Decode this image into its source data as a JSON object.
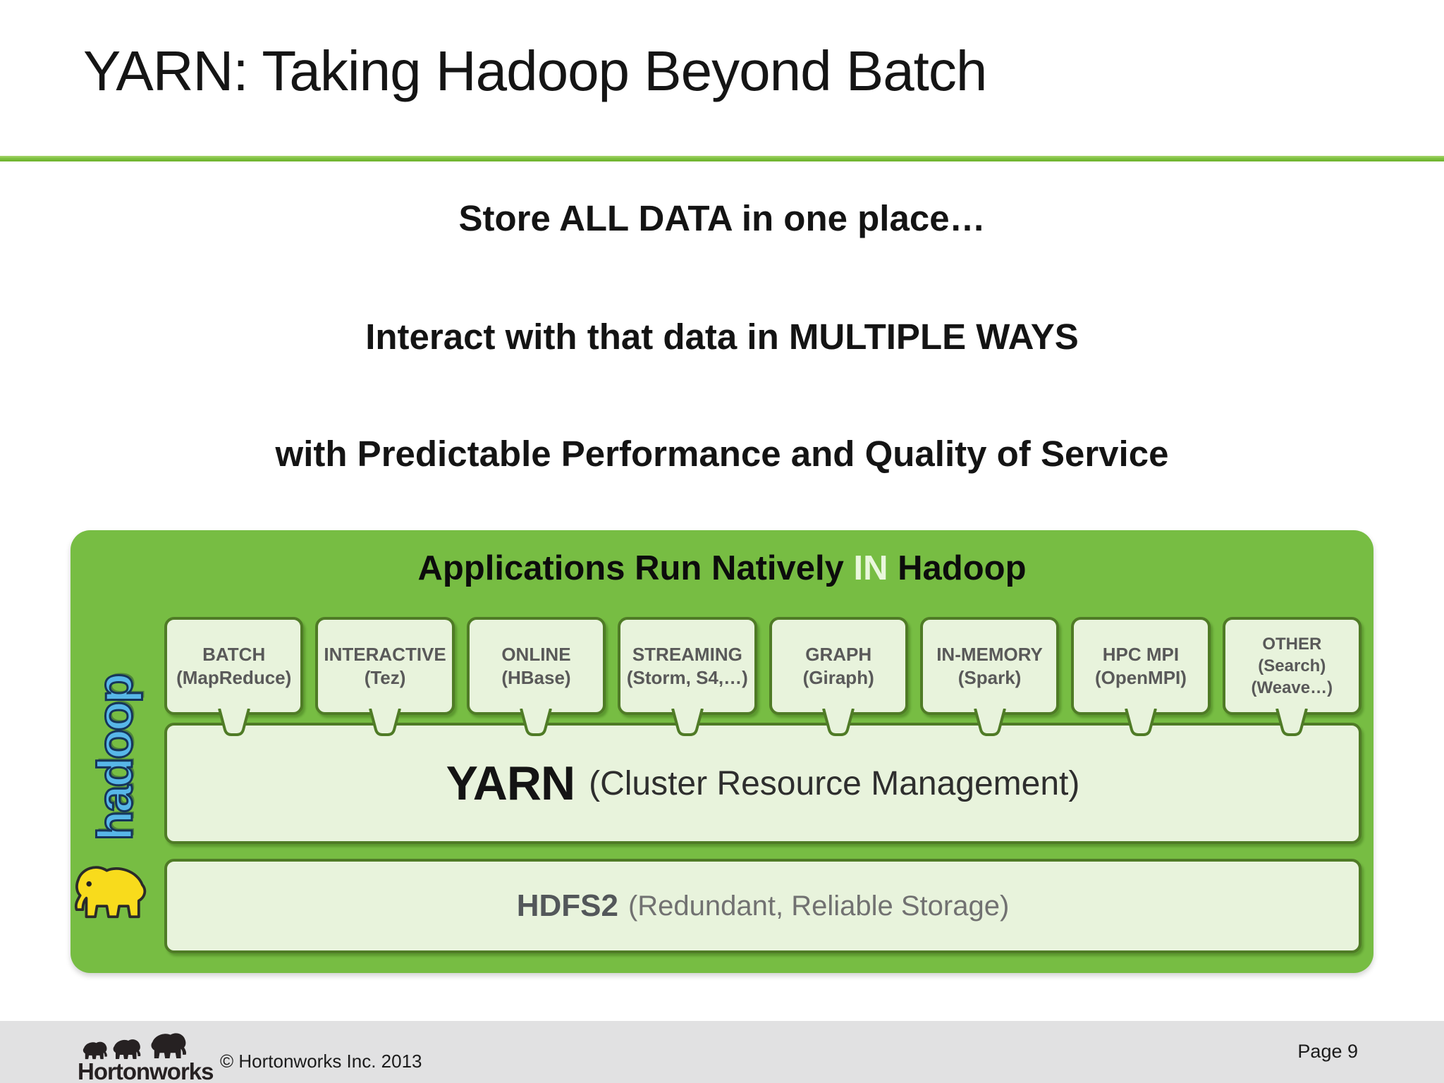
{
  "slide": {
    "title": "YARN: Taking Hadoop Beyond Batch",
    "body_lines": [
      "Store ALL DATA in one place…",
      "Interact with that data in MULTIPLE WAYS",
      "with Predictable Performance and Quality of Service"
    ]
  },
  "diagram": {
    "header_pre": "Applications Run Natively ",
    "header_highlight": "IN",
    "header_post": " Hadoop",
    "hadoop_wordmark": "hadoop",
    "app_boxes": [
      {
        "title": "BATCH",
        "subtitle": "(MapReduce)"
      },
      {
        "title": "INTERACTIVE",
        "subtitle": "(Tez)"
      },
      {
        "title": "ONLINE",
        "subtitle": "(HBase)"
      },
      {
        "title": "STREAMING",
        "subtitle": "(Storm, S4,…)"
      },
      {
        "title": "GRAPH",
        "subtitle": "(Giraph)"
      },
      {
        "title": "IN-MEMORY",
        "subtitle": "(Spark)"
      },
      {
        "title": "HPC MPI",
        "subtitle": "(OpenMPI)"
      },
      {
        "title": "OTHER",
        "subtitle": "(Search)",
        "subtitle2": "(Weave…)"
      }
    ],
    "yarn_title": "YARN",
    "yarn_subtitle": "(Cluster Resource Management)",
    "hdfs_title": "HDFS2",
    "hdfs_subtitle": "(Redundant, Reliable Storage)"
  },
  "footer": {
    "brand": "Hortonworks",
    "copyright": "© Hortonworks Inc. 2013",
    "page_label": "Page 9"
  },
  "colors": {
    "container_green": "#77bd43",
    "box_fill": "#e8f3dc",
    "box_border": "#4f7b26",
    "rule_green": "#7fc241",
    "box_text_gray": "#595959",
    "subtitle_gray": "#717171",
    "footer_bg": "#e1e1e2",
    "hadoop_blue": "#58b7e8",
    "elephant_yellow": "#f8db1c",
    "highlight_pale_green": "#e9f7dc"
  }
}
